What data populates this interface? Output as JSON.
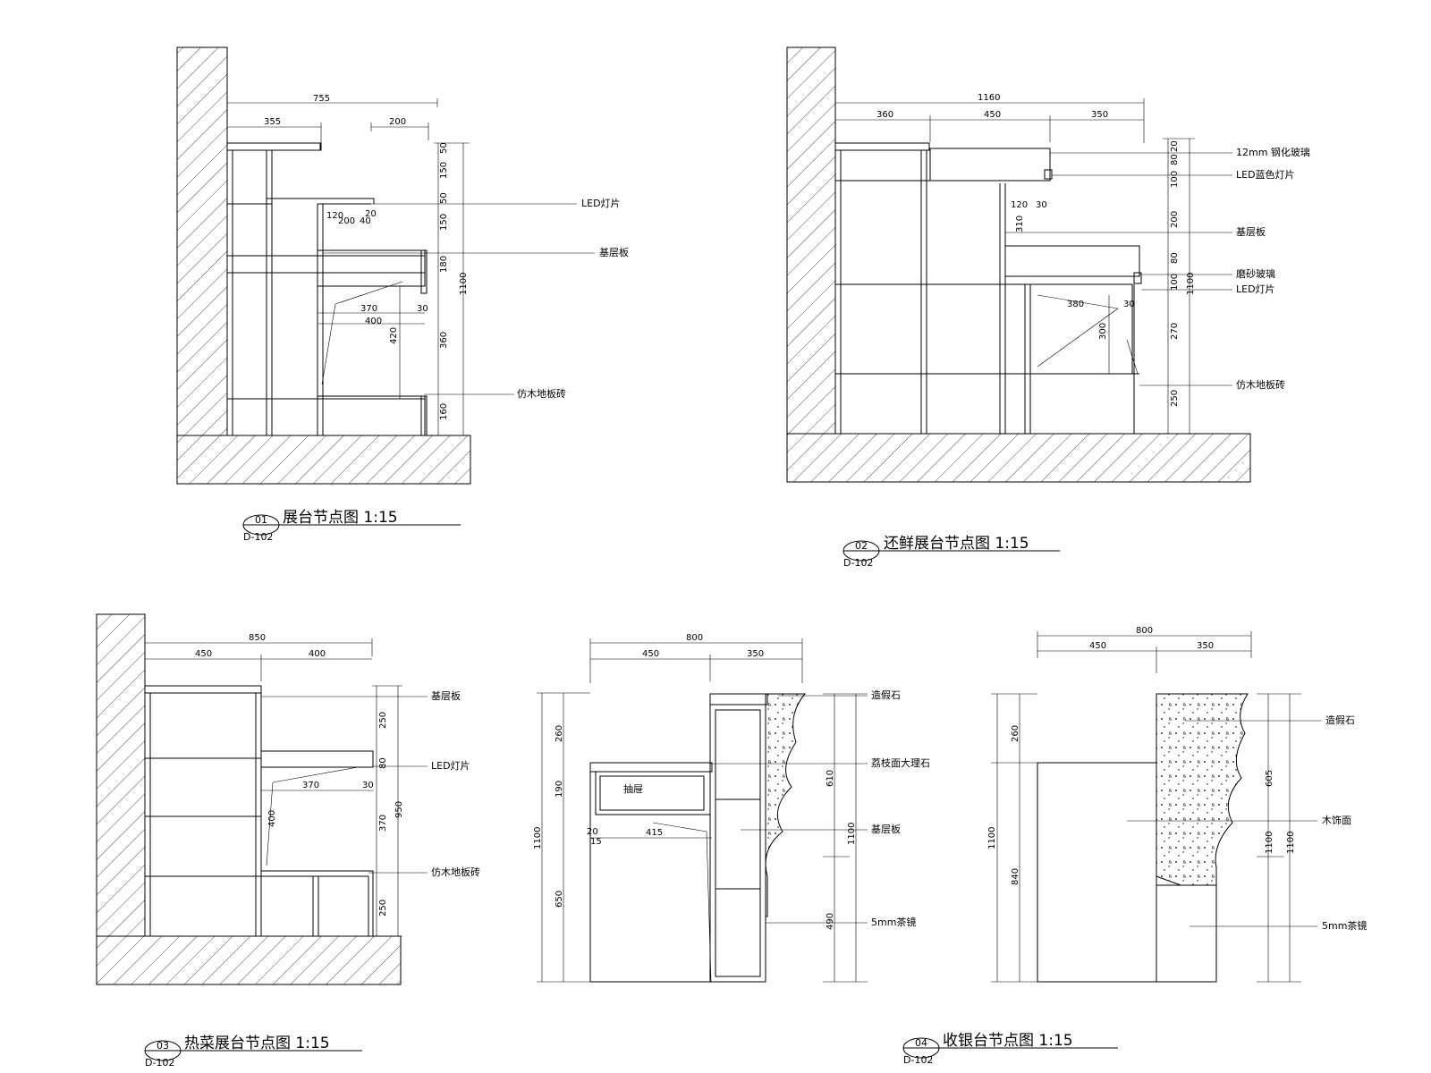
{
  "d1": {
    "title": "展台节点图  1:15",
    "num": "01",
    "ref": "D-102",
    "dims": {
      "total": "755",
      "a": "355",
      "b": "200",
      "v1": "50",
      "v2": "150",
      "v3": "50",
      "v4": "150",
      "v5": "180",
      "v6": "360",
      "v7": "160",
      "vtot": "1100",
      "w1": "370",
      "w2": "400",
      "w3": "30",
      "h1": "420",
      "s1": "120",
      "s2": "200",
      "s3": "40",
      "s4": "20"
    },
    "labels": {
      "led": "LED灯片",
      "base": "基层板",
      "floor": "仿木地板砖"
    }
  },
  "d2": {
    "title": "还鲜展台节点图  1:15",
    "num": "02",
    "ref": "D-102",
    "dims": {
      "total": "1160",
      "a": "360",
      "b": "450",
      "c": "350",
      "v1": "20",
      "v2": "80",
      "v3": "100",
      "v4": "200",
      "v5": "80",
      "v6": "100",
      "v7": "270",
      "v8": "250",
      "vtot": "1100",
      "w1": "120",
      "w2": "30",
      "h1": "310",
      "w3": "380",
      "w4": "30",
      "h2": "300"
    },
    "labels": {
      "glass": "12mm 钢化玻璃",
      "ledblue": "LED蓝色灯片",
      "base": "基层板",
      "frosted": "磨砂玻璃",
      "led": "LED灯片",
      "floor": "仿木地板砖"
    }
  },
  "d3": {
    "title": "热菜展台节点图 1:15",
    "num": "03",
    "ref": "D-102",
    "dims": {
      "total": "850",
      "a": "450",
      "b": "400",
      "v1": "250",
      "v2": "80",
      "v3": "370",
      "v4": "250",
      "vtot": "950",
      "w1": "370",
      "w2": "30",
      "h1": "400"
    },
    "labels": {
      "base": "基层板",
      "led": "LED灯片",
      "floor": "仿木地板砖"
    }
  },
  "d4": {
    "title": "收银台节点图 1:15",
    "num": "04",
    "ref": "D-102",
    "a": {
      "total": "800",
      "w1": "450",
      "w2": "350",
      "v1": "260",
      "v2": "190",
      "v3": "650",
      "vtot": "1100",
      "h1": "610",
      "h2": "490",
      "htot": "1100",
      "w3": "415",
      "w4": "20",
      "w5": "15",
      "drawer": "抽屉"
    },
    "b": {
      "total": "800",
      "w1": "450",
      "w2": "350",
      "v1": "260",
      "v2": "840",
      "vtot": "1100",
      "h1": "605",
      "htot": "1100",
      "htot2": "1100"
    },
    "labels": {
      "stone": "造假石",
      "marble": "荔枝面大理石",
      "base": "基层板",
      "mirror": "5mm茶镜",
      "wood": "木饰面",
      "stone2": "造假石",
      "mirror2": "5mm茶镜"
    }
  }
}
